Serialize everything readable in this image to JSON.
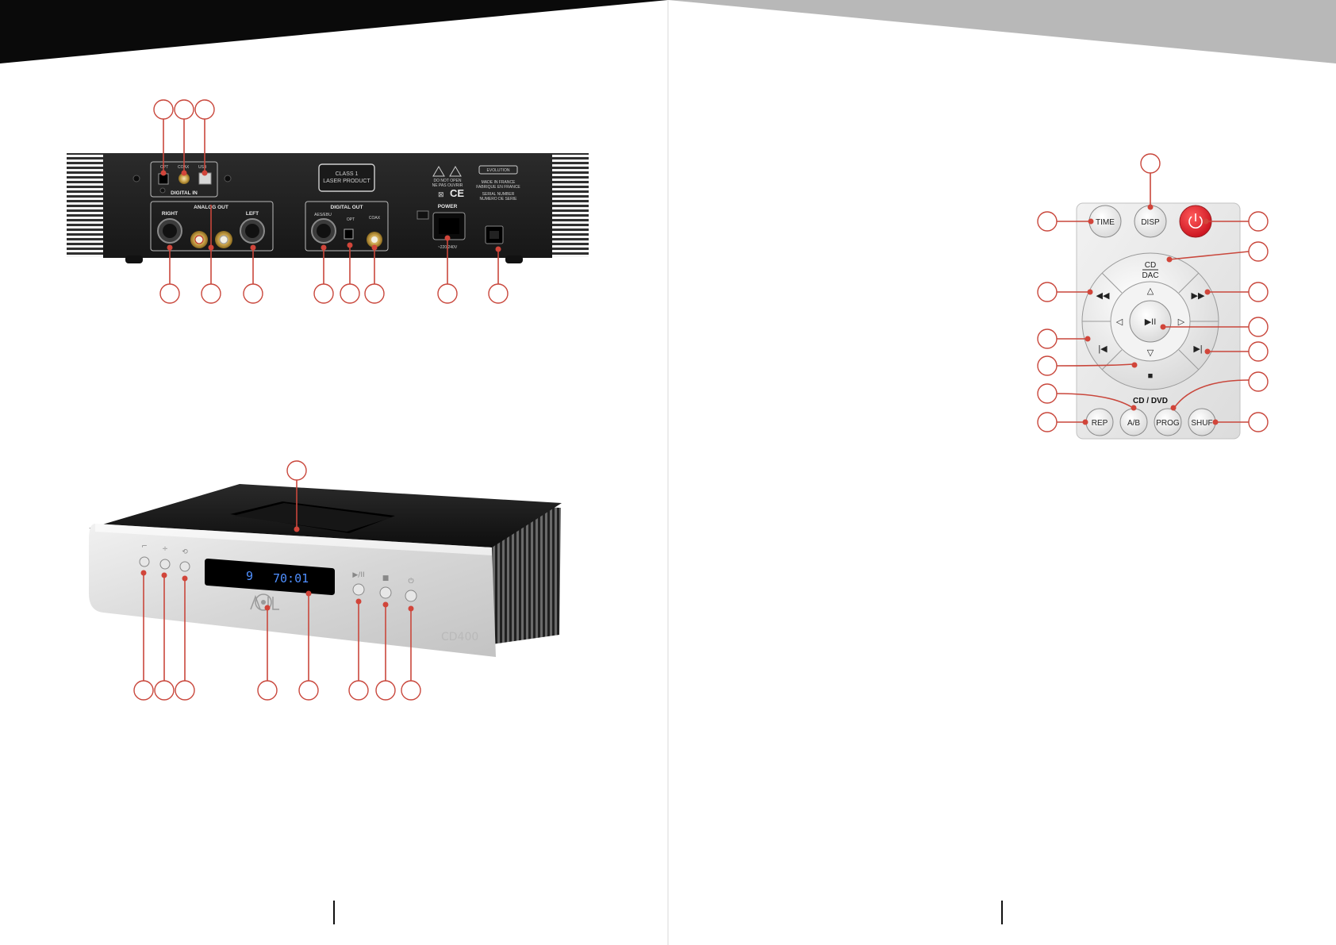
{
  "rear_panel": {
    "digital_in": {
      "title": "DIGITAL IN",
      "inputs": [
        "OPT",
        "COAX",
        "USB"
      ]
    },
    "analog_out": {
      "title": "ANALOG OUT",
      "right": "RIGHT",
      "left": "LEFT"
    },
    "digital_out": {
      "title": "DIGITAL OUT",
      "aes": "AES/EBU",
      "opt": "OPT",
      "coax": "COAX"
    },
    "laser_label": [
      "CLASS 1",
      "LASER PRODUCT"
    ],
    "warning": [
      "DO NOT OPEN",
      "NE PAS OUVRIR"
    ],
    "ce_mark": "CE",
    "evolution_badge": "EVOLUTION",
    "origin": [
      "MADE IN FRANCE",
      "FABRIQUE EN FRANCE"
    ],
    "serial": [
      "SERIAL NUMBER",
      "NUMERO DE SERIE"
    ],
    "power": {
      "title": "POWER",
      "voltage": "~220/240V"
    }
  },
  "front_panel": {
    "display_track": "9",
    "display_time": "70:01",
    "model": "CD400",
    "button_symbols": {
      "play_pause": "▶/II",
      "stop": "■",
      "power": "⏻"
    }
  },
  "remote": {
    "buttons": {
      "time": "TIME",
      "disp": "DISP",
      "cd": "CD",
      "dac": "DAC",
      "rep": "REP",
      "ab": "A/B",
      "prog": "PROG",
      "shuf": "SHUF"
    },
    "section_title": "CD / DVD",
    "icons": [
      "power-icon",
      "rewind-icon",
      "fast-forward-icon",
      "up-arrow-icon",
      "left-arrow-icon",
      "right-arrow-icon",
      "down-arrow-icon",
      "play-pause-icon",
      "previous-track-icon",
      "next-track-icon",
      "stop-icon"
    ]
  },
  "colors": {
    "accent": "#c9473c",
    "power_button": "#d9232e",
    "header_black": "#0a0a0a",
    "header_grey": "#b8b8b8",
    "vfd_blue": "#4f8fff"
  }
}
